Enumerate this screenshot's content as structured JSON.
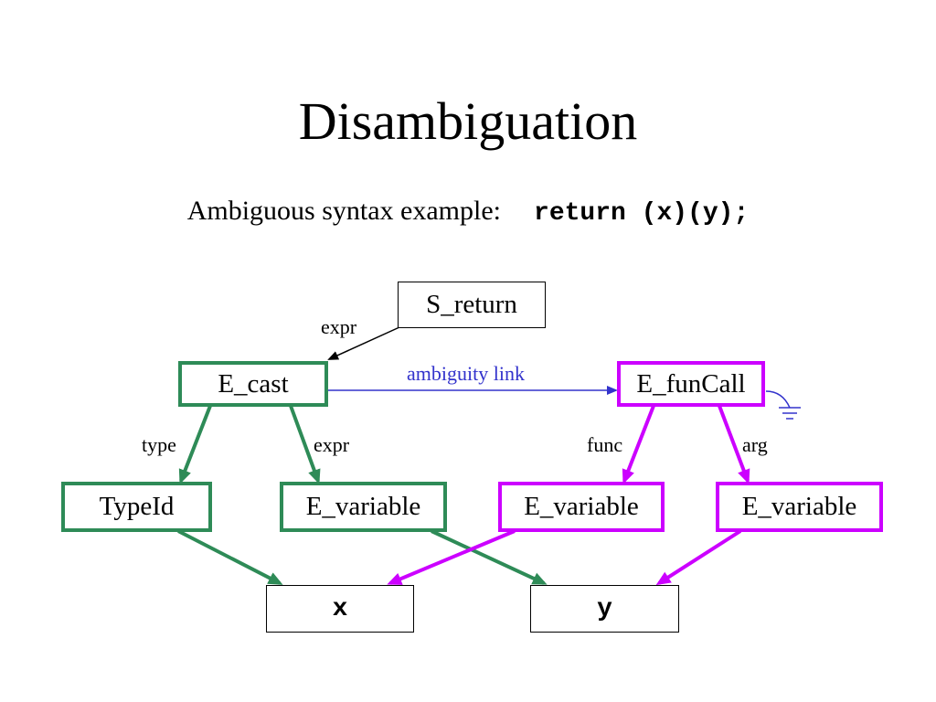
{
  "slide": {
    "title": "Disambiguation",
    "subtitle_text": "Ambiguous syntax example:",
    "subtitle_code": "return (x)(y);"
  },
  "diagram": {
    "nodes": {
      "s_return": "S_return",
      "e_cast": "E_cast",
      "e_funcall": "E_funCall",
      "typeid": "TypeId",
      "e_variable_cast": "E_variable",
      "e_variable_func": "E_variable",
      "e_variable_arg": "E_variable",
      "x": "x",
      "y": "y"
    },
    "edge_labels": {
      "return_expr": "expr",
      "cast_type": "type",
      "cast_expr": "expr",
      "funcall_func": "func",
      "funcall_arg": "arg",
      "ambiguity": "ambiguity link"
    },
    "colors": {
      "cast_branch": "#2e8b57",
      "funcall_branch": "#cc00ff",
      "ambiguity_link": "#3333cc",
      "plain": "#000000"
    },
    "icons": [
      "ground-symbol-icon"
    ]
  }
}
